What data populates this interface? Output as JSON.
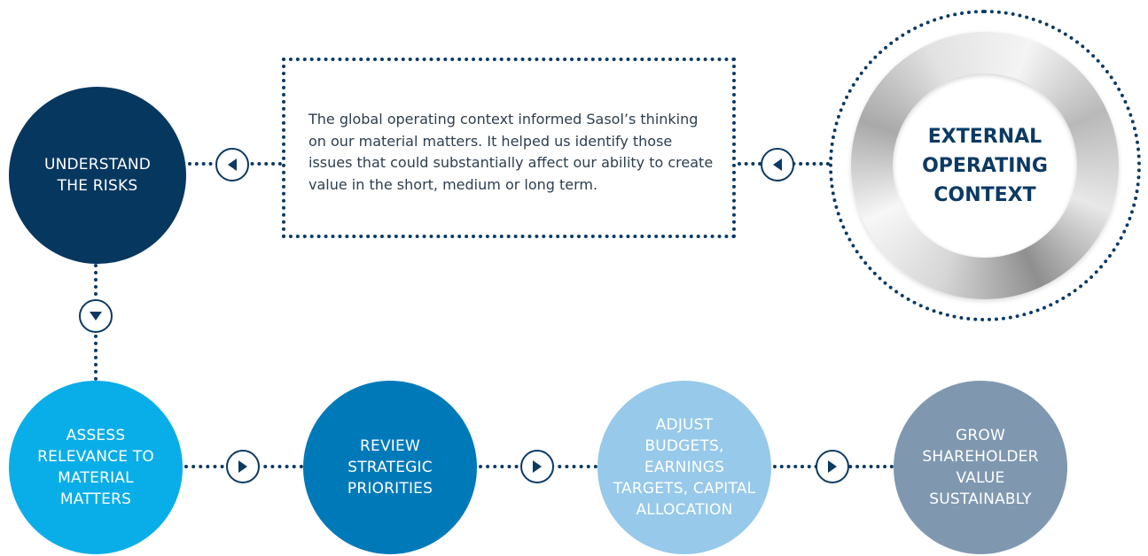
{
  "context_text": "The global operating context informed Sasol’s thinking on our material matters. It helped us identify those issues that could substantially affect our ability to create value in the short, medium or long term.",
  "external_context": {
    "line1": "EXTERNAL",
    "line2": "OPERATING",
    "line3": "CONTEXT"
  },
  "steps": {
    "understand": {
      "line1": "UNDERSTAND",
      "line2": "THE RISKS"
    },
    "assess": {
      "line1": "ASSESS",
      "line2": "RELEVANCE TO",
      "line3": "MATERIAL",
      "line4": "MATTERS"
    },
    "review": {
      "line1": "REVIEW",
      "line2": "STRATEGIC",
      "line3": "PRIORITIES"
    },
    "adjust": {
      "line1": "ADJUST",
      "line2": "BUDGETS,",
      "line3": "EARNINGS",
      "line4": "TARGETS, CAPITAL",
      "line5": "ALLOCATION"
    },
    "grow": {
      "line1": "GROW",
      "line2": "SHAREHOLDER",
      "line3": "VALUE",
      "line4": "SUSTAINABLY"
    }
  },
  "colors": {
    "navy": "#06375f",
    "sky": "#09aee8",
    "blue": "#0079b9",
    "light_blue": "#97c9ea",
    "slate": "#7f98b0",
    "connector": "#0b3a63"
  },
  "icons": {
    "left_arrow": "triangle-left-icon",
    "right_arrow": "triangle-right-icon",
    "down_arrow": "triangle-down-icon"
  }
}
